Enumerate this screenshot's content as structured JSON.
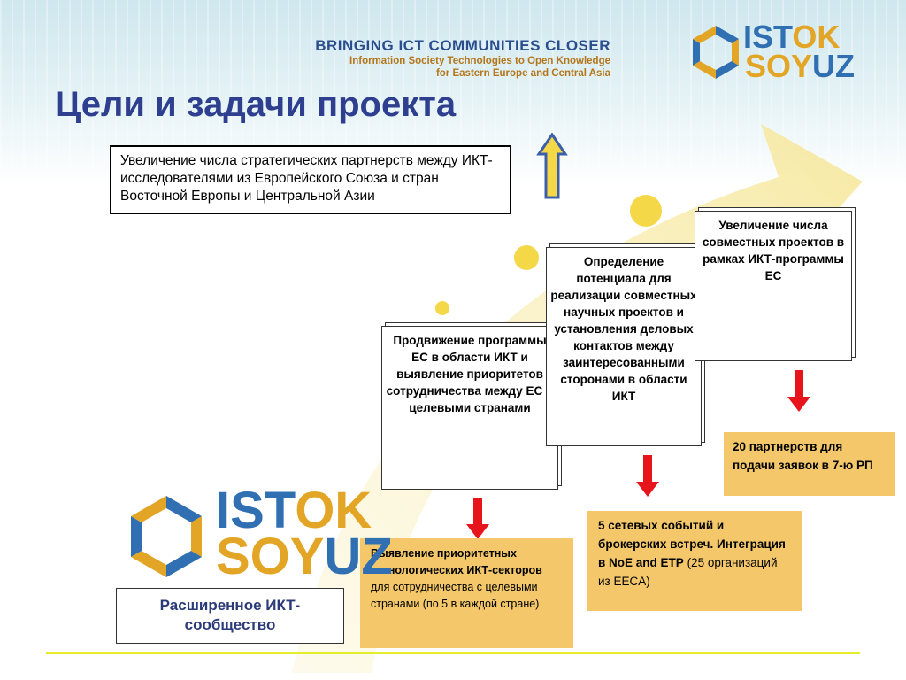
{
  "header": {
    "title": "BRINGING ICT COMMUNITIES CLOSER",
    "subtitle_line1": "Information Society Technologies to Open Knowledge",
    "subtitle_line2": "for Eastern Europe and Central Asia"
  },
  "logo": {
    "part1_blue": "IST",
    "part1_gold": "OK",
    "part2_blue": "SOY",
    "part2_gold": "UZ"
  },
  "page_title": "Цели и задачи проекта",
  "goal_text": "Увеличение числа стратегических партнерств между ИКТ-исследователями из Европейского Союза и стран Восточной Европы и Центральной Азии",
  "steps": [
    {
      "text": "Продвижение программы ЕС в области ИКТ и выявление приоритетов сотрудничества между ЕС и целевыми странами"
    },
    {
      "text": "Определение потенциала для реализации совместных научных проектов и установления деловых контактов между заинтересованными сторонами в области ИКТ"
    },
    {
      "text": "Увеличение числа совместных проектов в рамках ИКТ-программы ЕС"
    }
  ],
  "results": [
    {
      "bold": "Выявление приоритетных технологических ИКТ-секторов",
      "normal": " для сотрудничества с целевыми странами (по 5 в каждой стране)"
    },
    {
      "bold": "5 сетевых событий и брокерских встреч. Интеграция в NoE and ETP",
      "normal": " (25 организаций из EECA)"
    },
    {
      "bold": "20 партнерств для подачи заявок в 7-ю РП",
      "normal": ""
    }
  ],
  "community_label": "Расширенное ИКТ-сообщество",
  "colors": {
    "title_blue": "#2e3f8f",
    "result_fill": "#f3c76a",
    "arrow_red": "#e8141c",
    "logo_blue": "#2f6fb2",
    "logo_gold": "#e3a526",
    "bottom_line": "#e6ee2c"
  }
}
